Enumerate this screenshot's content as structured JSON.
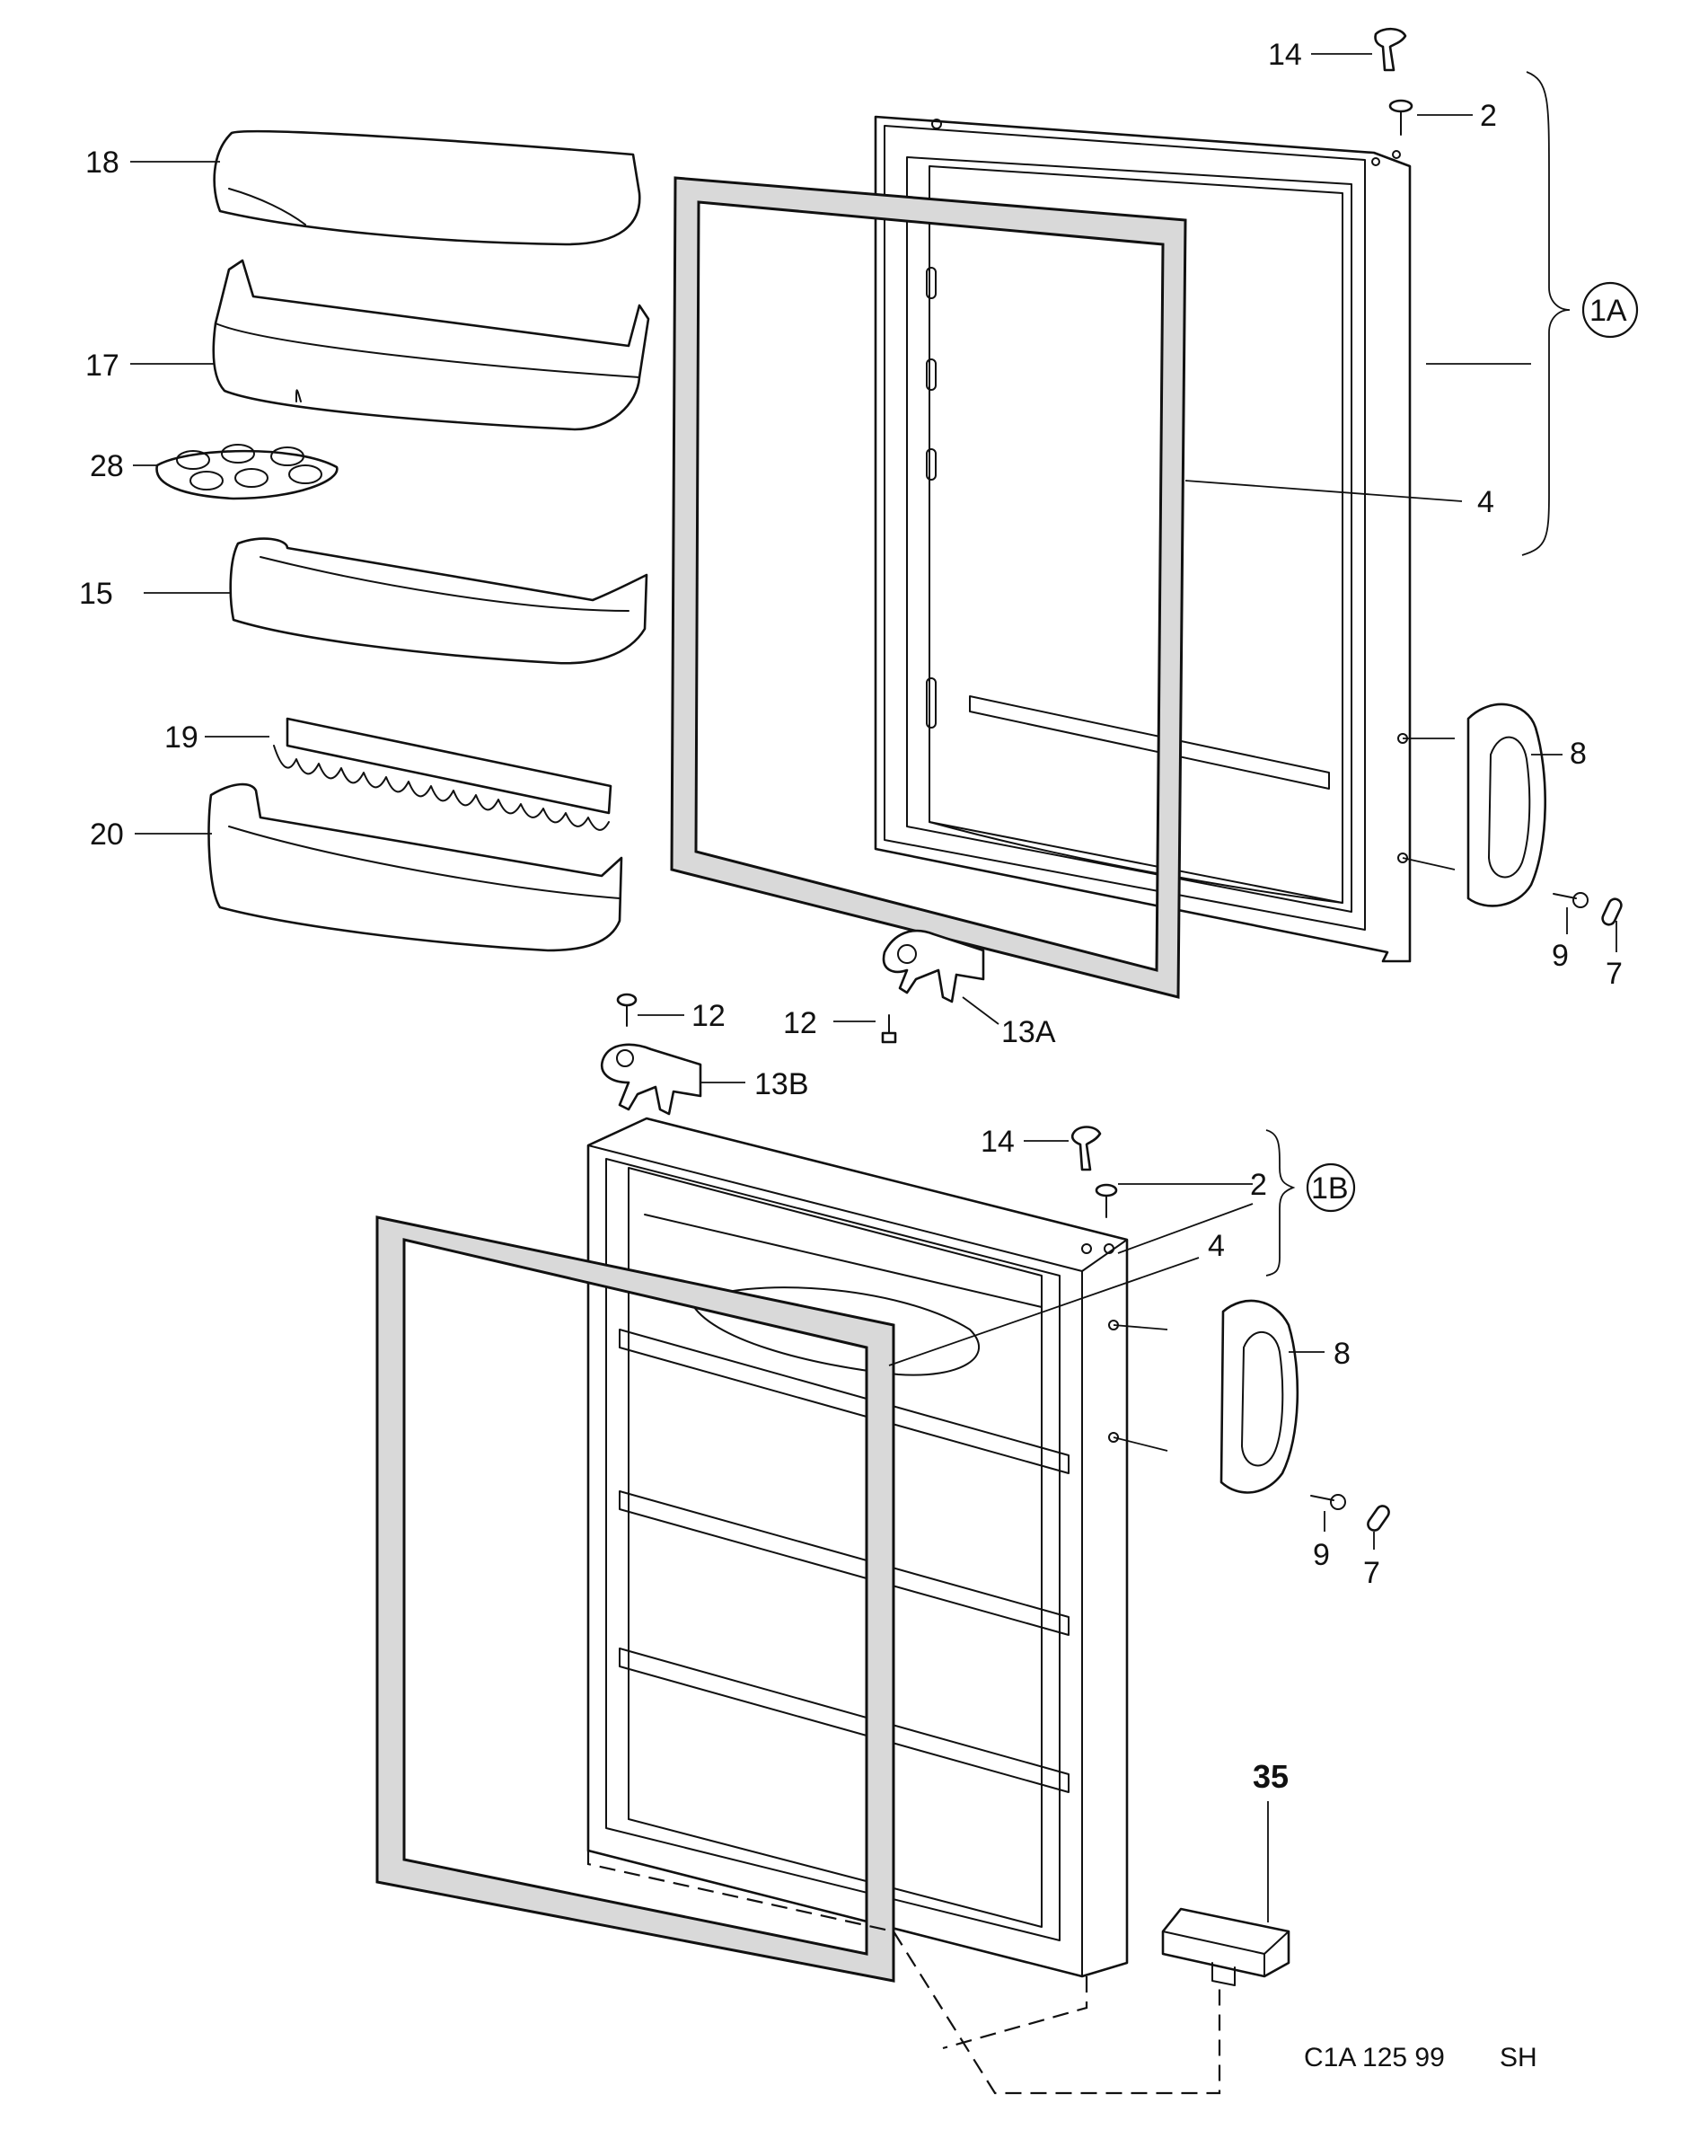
{
  "callouts": {
    "c14_top": "14",
    "c2_top": "2",
    "c1A": "1A",
    "c18": "18",
    "c17": "17",
    "c28": "28",
    "c4_top": "4",
    "c15": "15",
    "c19": "19",
    "c20": "20",
    "c8_top": "8",
    "c9_top": "9",
    "c7_top": "7",
    "c12_left": "12",
    "c12_mid": "12",
    "c13A": "13A",
    "c13B": "13B",
    "c14_bottom": "14",
    "c2_bottom": "2",
    "c1B": "1B",
    "c4_bottom": "4",
    "c8_bottom": "8",
    "c9_bottom": "9",
    "c7_bottom": "7",
    "c35": "35"
  },
  "footer": {
    "code": "C1A 125 99",
    "author": "SH"
  }
}
